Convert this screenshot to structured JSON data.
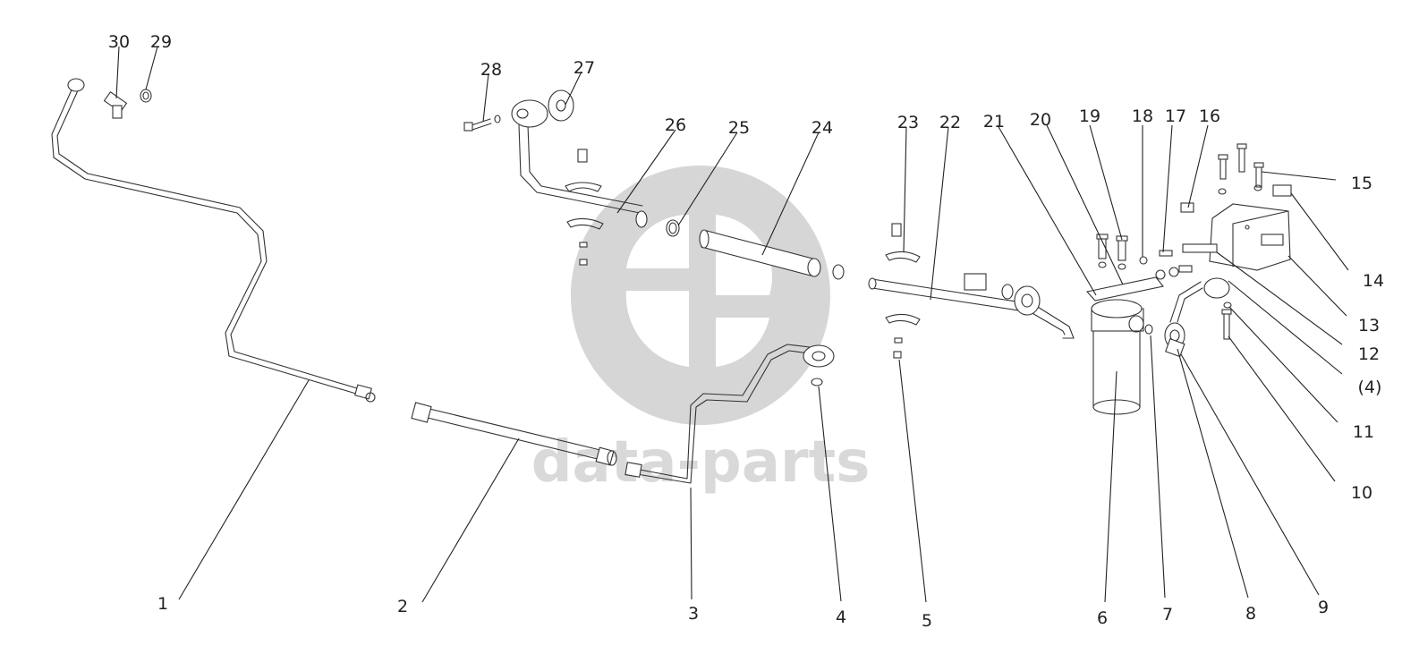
{
  "watermark": {
    "text": "data-parts"
  },
  "callouts": [
    {
      "id": "1",
      "label": "1"
    },
    {
      "id": "2",
      "label": "2"
    },
    {
      "id": "3",
      "label": "3"
    },
    {
      "id": "4",
      "label": "4"
    },
    {
      "id": "5",
      "label": "5"
    },
    {
      "id": "6",
      "label": "6"
    },
    {
      "id": "7",
      "label": "7"
    },
    {
      "id": "8",
      "label": "8"
    },
    {
      "id": "9",
      "label": "9"
    },
    {
      "id": "10",
      "label": "10"
    },
    {
      "id": "11",
      "label": "11"
    },
    {
      "id": "4b",
      "label": "(4)"
    },
    {
      "id": "12",
      "label": "12"
    },
    {
      "id": "13",
      "label": "13"
    },
    {
      "id": "14",
      "label": "14"
    },
    {
      "id": "15",
      "label": "15"
    },
    {
      "id": "16",
      "label": "16"
    },
    {
      "id": "17",
      "label": "17"
    },
    {
      "id": "18",
      "label": "18"
    },
    {
      "id": "19",
      "label": "19"
    },
    {
      "id": "20",
      "label": "20"
    },
    {
      "id": "21",
      "label": "21"
    },
    {
      "id": "22",
      "label": "22"
    },
    {
      "id": "23",
      "label": "23"
    },
    {
      "id": "24",
      "label": "24"
    },
    {
      "id": "25",
      "label": "25"
    },
    {
      "id": "26",
      "label": "26"
    },
    {
      "id": "27",
      "label": "27"
    },
    {
      "id": "28",
      "label": "28"
    },
    {
      "id": "29",
      "label": "29"
    },
    {
      "id": "30",
      "label": "30"
    }
  ]
}
